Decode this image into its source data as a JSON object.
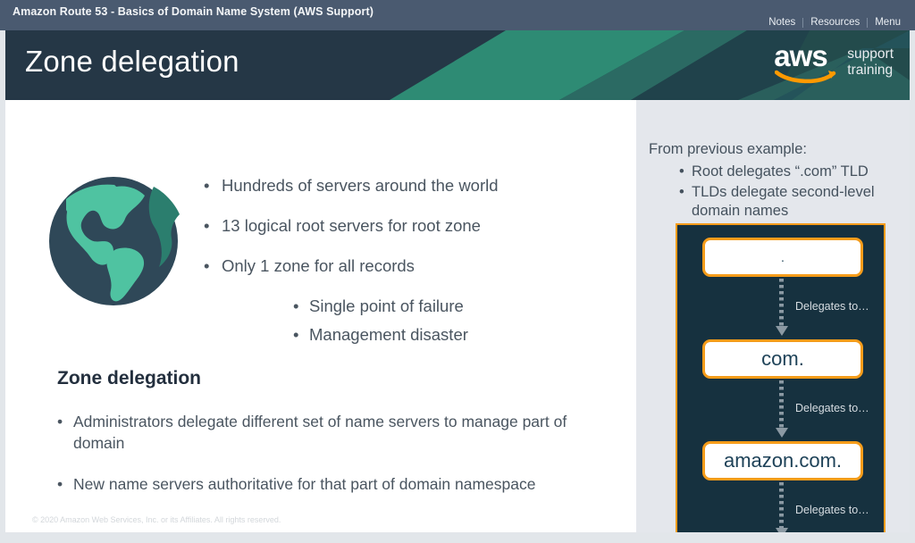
{
  "topbar": {
    "course_title": "Amazon Route 53 - Basics of Domain Name System (AWS Support)",
    "nav": [
      {
        "label": "Notes"
      },
      {
        "label": "Resources"
      },
      {
        "label": "Menu"
      }
    ]
  },
  "slide": {
    "title": "Zone delegation",
    "logo": {
      "wordmark": "aws",
      "sub_line1": "support",
      "sub_line2": "training"
    },
    "bullets_top": [
      {
        "text": "Hundreds of servers around the world",
        "level": 1
      },
      {
        "text": "13 logical root servers for root zone",
        "level": 1
      },
      {
        "text": "Only 1 zone for all records",
        "level": 1
      },
      {
        "text": "Single point of failure",
        "level": 2
      },
      {
        "text": "Management disaster",
        "level": 2
      }
    ],
    "section_heading": "Zone delegation",
    "bullets_bottom": [
      {
        "text": "Administrators delegate different set of name servers to manage part of domain"
      },
      {
        "text": "New name servers authoritative for that part of domain namespace"
      }
    ],
    "footer": "© 2020 Amazon Web Services, Inc. or its Affiliates. All rights reserved."
  },
  "right_panel": {
    "intro": "From previous example:",
    "bullets": [
      {
        "text": "Root delegates “.com” TLD"
      },
      {
        "text": "TLDs delegate second-level domain names"
      }
    ],
    "diagram": {
      "nodes": [
        {
          "label": "."
        },
        {
          "label": "com."
        },
        {
          "label": "amazon.com."
        }
      ],
      "edge_labels": [
        {
          "text": "Delegates to…"
        },
        {
          "text": "Delegates to…"
        },
        {
          "text": "Delegates to…"
        }
      ]
    }
  },
  "colors": {
    "topbar": "#4a5a70",
    "header_navy": "#253746",
    "accent_orange": "#f59c1a",
    "panel_bg": "#e4e7ec",
    "diagram_bg": "#16313f",
    "teal": "#2e8b74",
    "body_text": "#4a5560"
  }
}
